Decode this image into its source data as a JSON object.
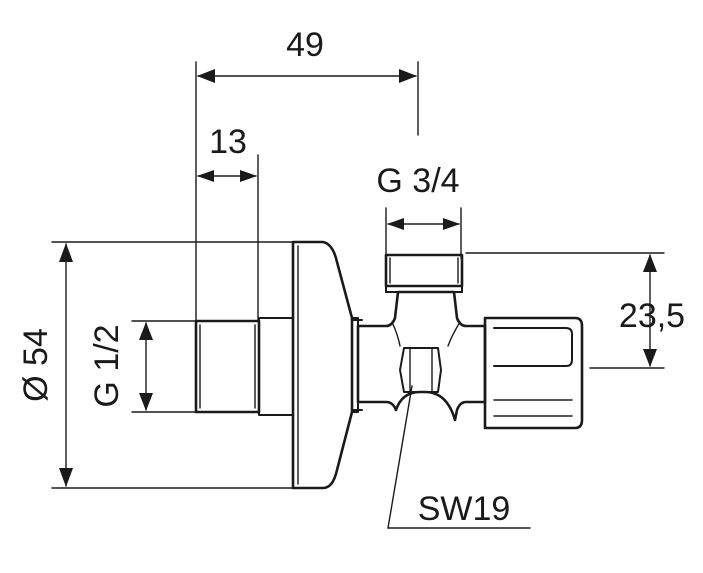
{
  "dimensions": {
    "overall_length": "49",
    "inlet_thread_length": "13",
    "outlet_thread": "G 3/4",
    "outlet_height": "23,5",
    "flange_diameter": "Ø 54",
    "inlet_thread": "G 1/2",
    "spanner_size": "SW19"
  }
}
